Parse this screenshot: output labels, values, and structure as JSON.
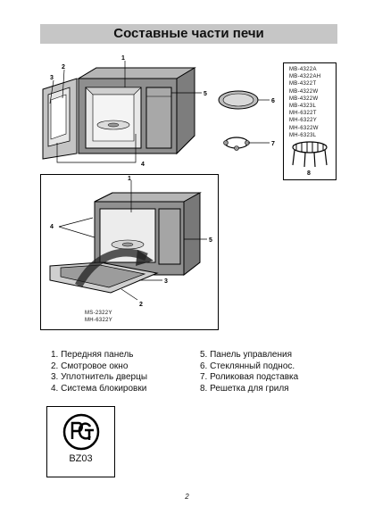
{
  "title": "Составные части печи",
  "fig1": {
    "callouts": [
      "1",
      "2",
      "3",
      "4",
      "5",
      "6",
      "7",
      "8"
    ]
  },
  "models": [
    "MB-4322A",
    "MB-4322AH",
    "MB-4322T",
    "MB-4322W",
    "MB-4322W",
    "MB-4323L",
    "MH-6322T",
    "MH-6322Y",
    "MH-6322W",
    "MH-6323L"
  ],
  "fig2": {
    "callouts": [
      "1",
      "4",
      "5",
      "3",
      "2"
    ],
    "models": [
      "MS-2322Y",
      "MH-6322Y"
    ]
  },
  "legend_left": [
    "1. Передняя панель",
    "2. Смотровое окно",
    "3. Уплотнитель дверцы",
    "4. Система блокировки"
  ],
  "legend_right": [
    "5. Панель управления",
    "6. Стеклянный поднос.",
    "7. Роликовая подставка",
    "8. Решетка для гриля"
  ],
  "cert_mark": {
    "code": "BZ03"
  },
  "page_number": "2"
}
